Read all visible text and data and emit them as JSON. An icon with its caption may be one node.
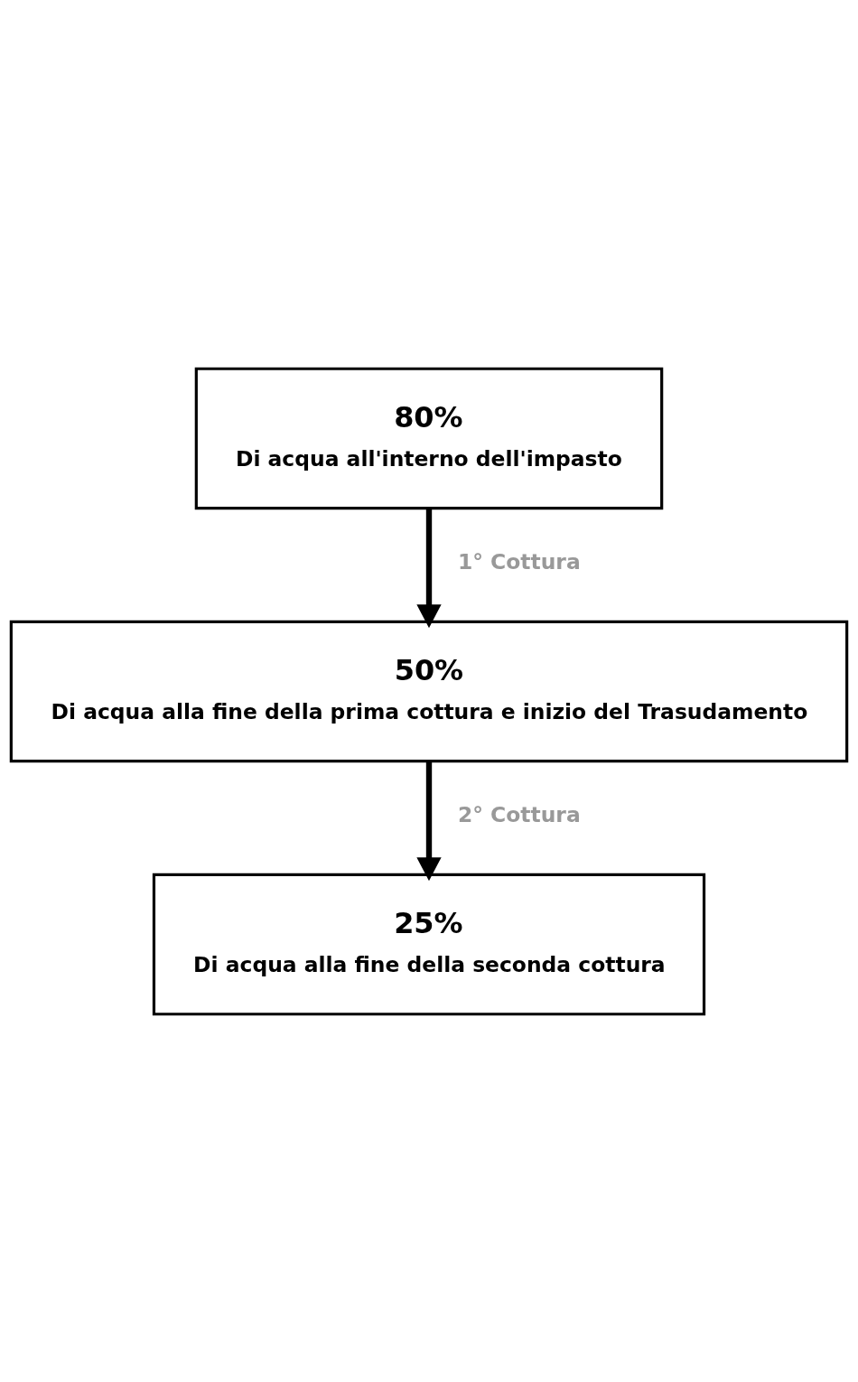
{
  "diagram": {
    "nodes": [
      {
        "text": [
          "80%",
          "Di acqua all'interno dell'impasto"
        ]
      },
      {
        "text": [
          "50%",
          "Di acqua alla fine della prima cottura e inizio del Trasudamento"
        ]
      },
      {
        "text": [
          "25%",
          "Di acqua alla fine della seconda cottura"
        ]
      }
    ],
    "edges": [
      {
        "from": 0,
        "to": 1,
        "arrow": "to",
        "label": "1° Cottura"
      },
      {
        "from": 1,
        "to": 2,
        "arrow": "to",
        "label": "2° Cottura"
      }
    ]
  }
}
